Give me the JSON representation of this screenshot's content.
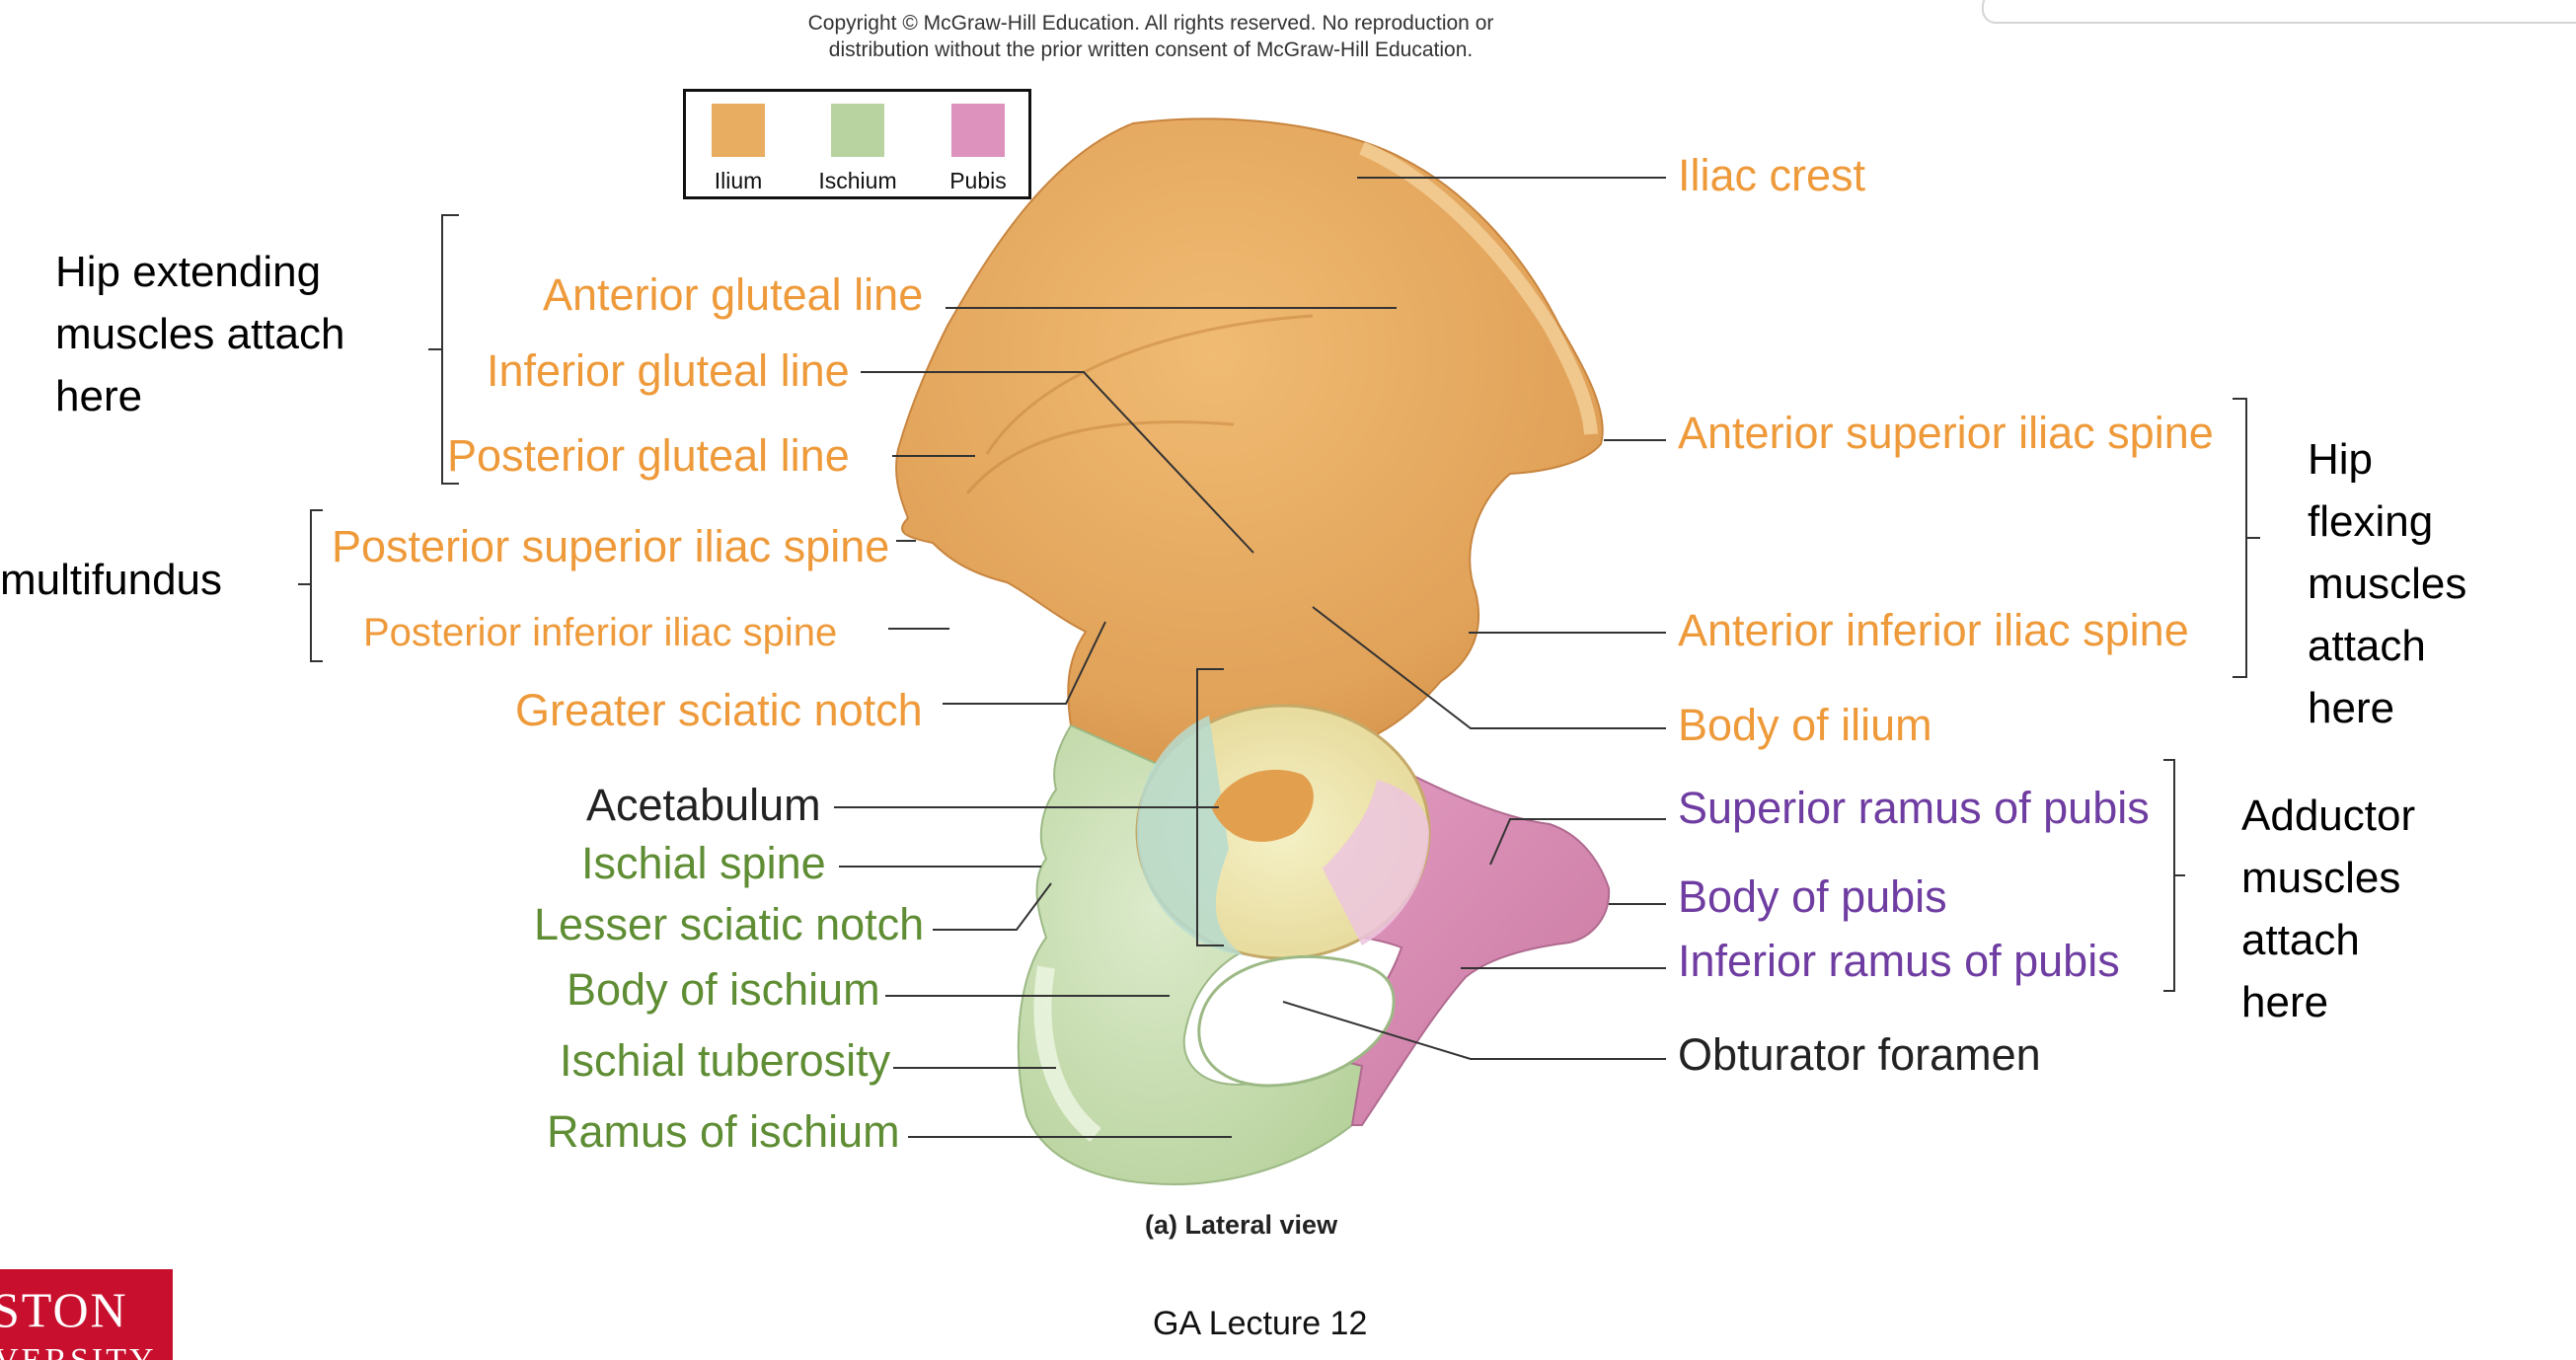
{
  "copyright": {
    "line1": "Copyright © McGraw-Hill Education.  All rights reserved. No reproduction or",
    "line2": "distribution without the prior written consent of McGraw-Hill Education."
  },
  "legend": {
    "items": [
      {
        "label": "Ilium",
        "color": "#e9ad61"
      },
      {
        "label": "Ischium",
        "color": "#b8d3a0"
      },
      {
        "label": "Pubis",
        "color": "#dd92bd"
      }
    ]
  },
  "colors": {
    "ilium_text": "#ee9a3a",
    "ischium_text": "#5f8d34",
    "pubis_text": "#6f3da1",
    "bone_ilium": "#e6aa5c",
    "bone_ischium": "#c7dcb1",
    "bone_pubis": "#d785ad",
    "brand_red": "#c8102e"
  },
  "labels": {
    "iliac_crest": "Iliac crest",
    "anterior_gluteal_line": "Anterior gluteal line",
    "inferior_gluteal_line": "Inferior gluteal line",
    "posterior_gluteal_line": "Posterior gluteal line",
    "posterior_superior_iliac_spine": "Posterior superior iliac spine",
    "posterior_inferior_iliac_spine": "Posterior inferior iliac spine",
    "greater_sciatic_notch": "Greater sciatic notch",
    "acetabulum": "Acetabulum",
    "ischial_spine": "Ischial spine",
    "lesser_sciatic_notch": "Lesser sciatic notch",
    "body_of_ischium": "Body of ischium",
    "ischial_tuberosity": "Ischial tuberosity",
    "ramus_of_ischium": "Ramus of ischium",
    "anterior_superior_iliac_spine": "Anterior superior iliac spine",
    "anterior_inferior_iliac_spine": "Anterior inferior iliac spine",
    "body_of_ilium": "Body of ilium",
    "superior_ramus_of_pubis": "Superior ramus of pubis",
    "body_of_pubis": "Body of pubis",
    "inferior_ramus_of_pubis": "Inferior ramus of pubis",
    "obturator_foramen": "Obturator foramen"
  },
  "notes": {
    "hip_extending": "Hip extending muscles attach here",
    "multifundus": "multifundus",
    "hip_flexing": "Hip flexing muscles attach here",
    "adductor": "Adductor muscles attach here"
  },
  "caption": "(a) Lateral view",
  "footer": "GA Lecture 12",
  "logo": {
    "line1": "STON",
    "line2": "VERSITY"
  }
}
